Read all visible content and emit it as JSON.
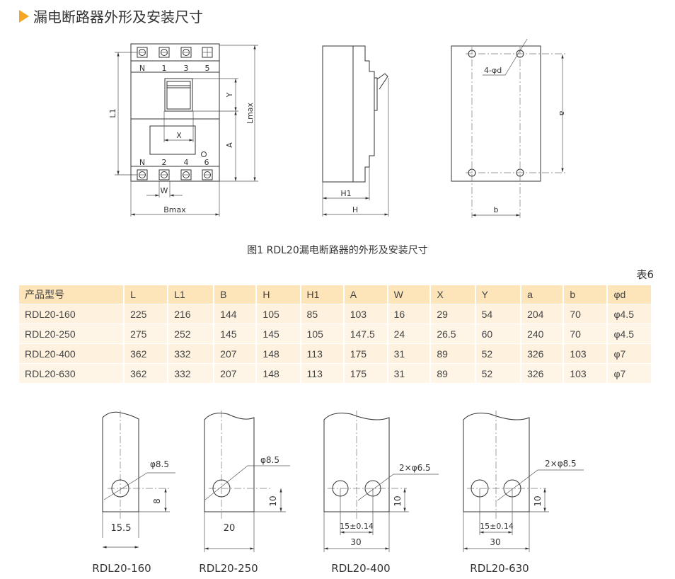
{
  "section_title": "漏电断路器外形及安装尺寸",
  "colors": {
    "accent": "#f5a623",
    "table_header": "#fde4b9",
    "table_row": "#fef1dd"
  },
  "front_view": {
    "top_terminals": [
      "N",
      "1",
      "3",
      "5"
    ],
    "bottom_terminals": [
      "N",
      "2",
      "4",
      "6"
    ],
    "dims": {
      "l1": "L1",
      "lmax": "Lmax",
      "y": "Y",
      "a": "A",
      "x": "X",
      "w": "W",
      "bmax": "Bmax"
    }
  },
  "side_view": {
    "dims": {
      "h1": "H1",
      "h": "H"
    }
  },
  "back_view": {
    "holes": "4-φd",
    "dims": {
      "a": "a",
      "b": "b"
    }
  },
  "figure_caption": "图1 RDL20漏电断路器的外形及安装尺寸",
  "table_label": "表6",
  "table": {
    "headers": [
      "产品型号",
      "L",
      "L1",
      "B",
      "H",
      "H1",
      "A",
      "W",
      "X",
      "Y",
      "a",
      "b",
      "φd"
    ],
    "rows": [
      [
        "RDL20-160",
        "225",
        "216",
        "144",
        "105",
        "85",
        "103",
        "16",
        "29",
        "54",
        "204",
        "70",
        "φ4.5"
      ],
      [
        "RDL20-250",
        "275",
        "252",
        "145",
        "145",
        "105",
        "147.5",
        "24",
        "26.5",
        "60",
        "240",
        "70",
        "φ4.5"
      ],
      [
        "RDL20-400",
        "362",
        "332",
        "207",
        "148",
        "113",
        "175",
        "31",
        "89",
        "52",
        "326",
        "103",
        "φ7"
      ],
      [
        "RDL20-630",
        "362",
        "332",
        "207",
        "148",
        "113",
        "175",
        "31",
        "89",
        "52",
        "326",
        "103",
        "φ7"
      ]
    ]
  },
  "busbars": [
    {
      "model": "RDL20-160",
      "hole": "φ8.5",
      "height": "8",
      "width": "15.5"
    },
    {
      "model": "RDL20-250",
      "hole": "φ8.5",
      "height": "10",
      "width": "20"
    },
    {
      "model": "RDL20-400",
      "hole": "2×φ6.5",
      "height": "10",
      "pitch": "15±0.14",
      "width": "30"
    },
    {
      "model": "RDL20-630",
      "hole": "2×φ8.5",
      "height": "10",
      "pitch": "15±0.14",
      "width": "30"
    }
  ]
}
